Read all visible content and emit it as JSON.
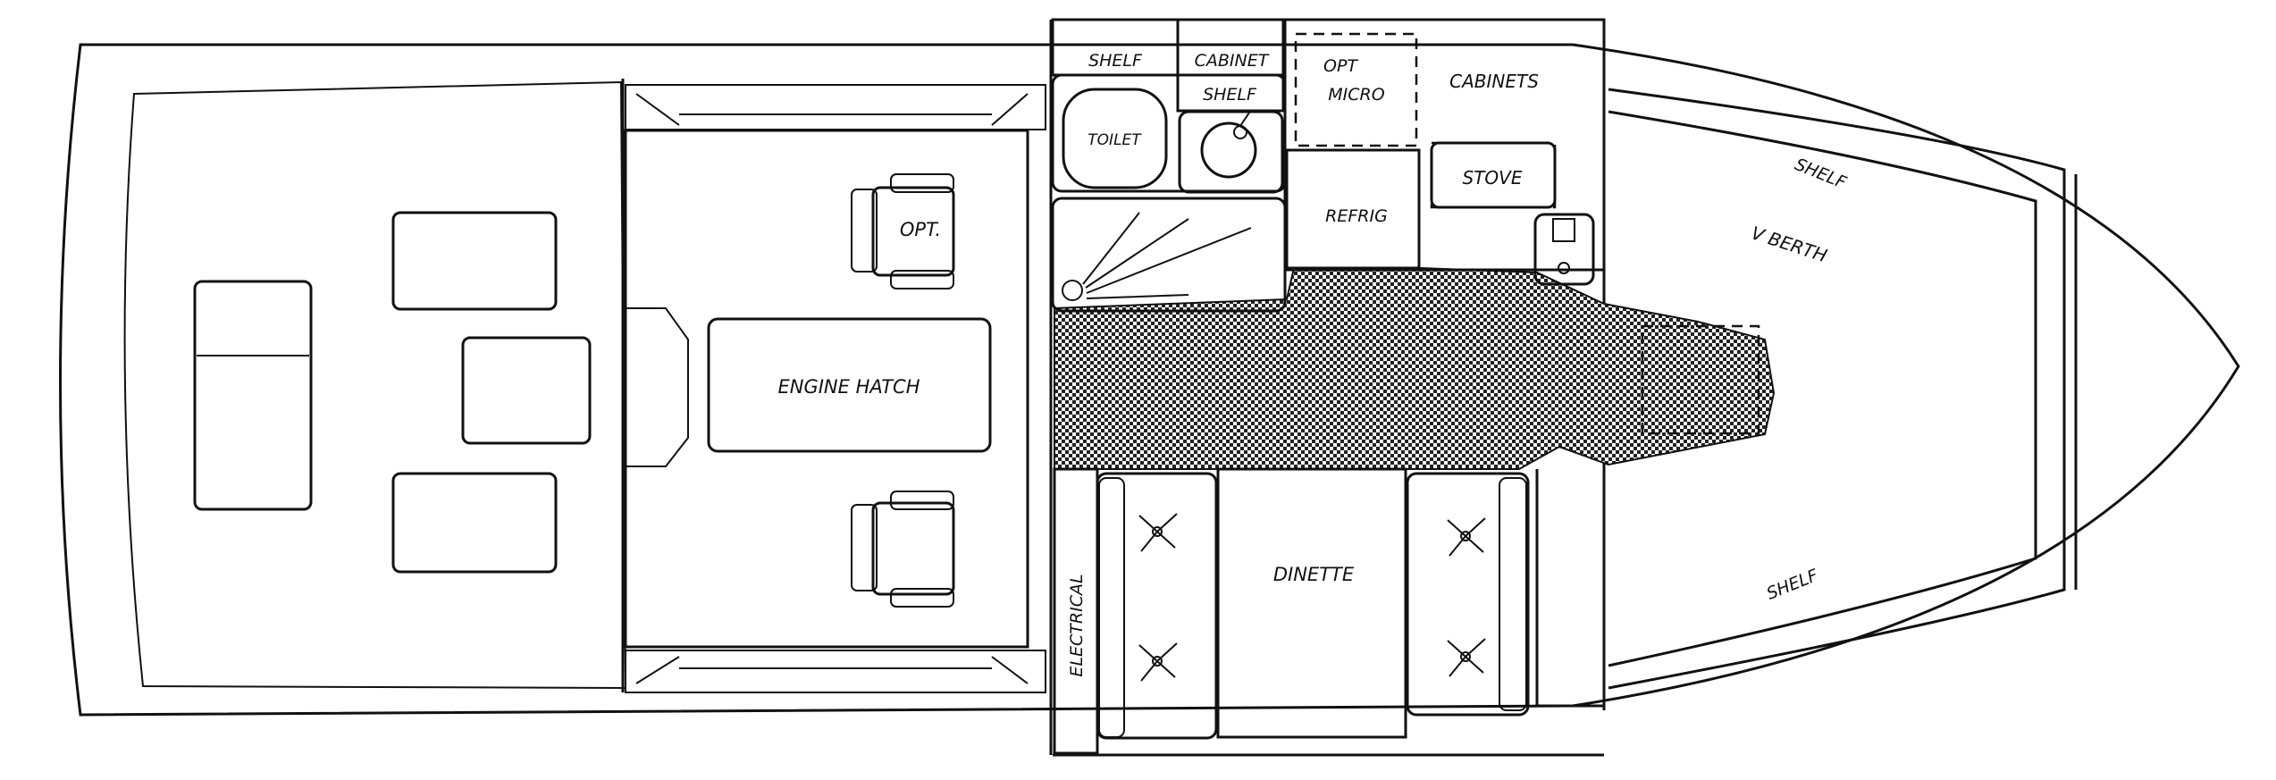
{
  "labels": {
    "shelf_top": "SHELF",
    "cabinet": "CABINET",
    "shelf_mid": "SHELF",
    "opt_micro_1": "OPT",
    "opt_micro_2": "MICRO",
    "cabinets": "CABINETS",
    "toilet": "TOILET",
    "refrig": "REFRIG",
    "stove": "STOVE",
    "shelf_vberth_top": "SHELF",
    "v_berth": "V BERTH",
    "shelf_vberth_bottom": "SHELF",
    "opt_seat": "OPT.",
    "engine_hatch": "ENGINE HATCH",
    "dinette": "DINETTE",
    "electrical": "ELECTRICAL"
  }
}
